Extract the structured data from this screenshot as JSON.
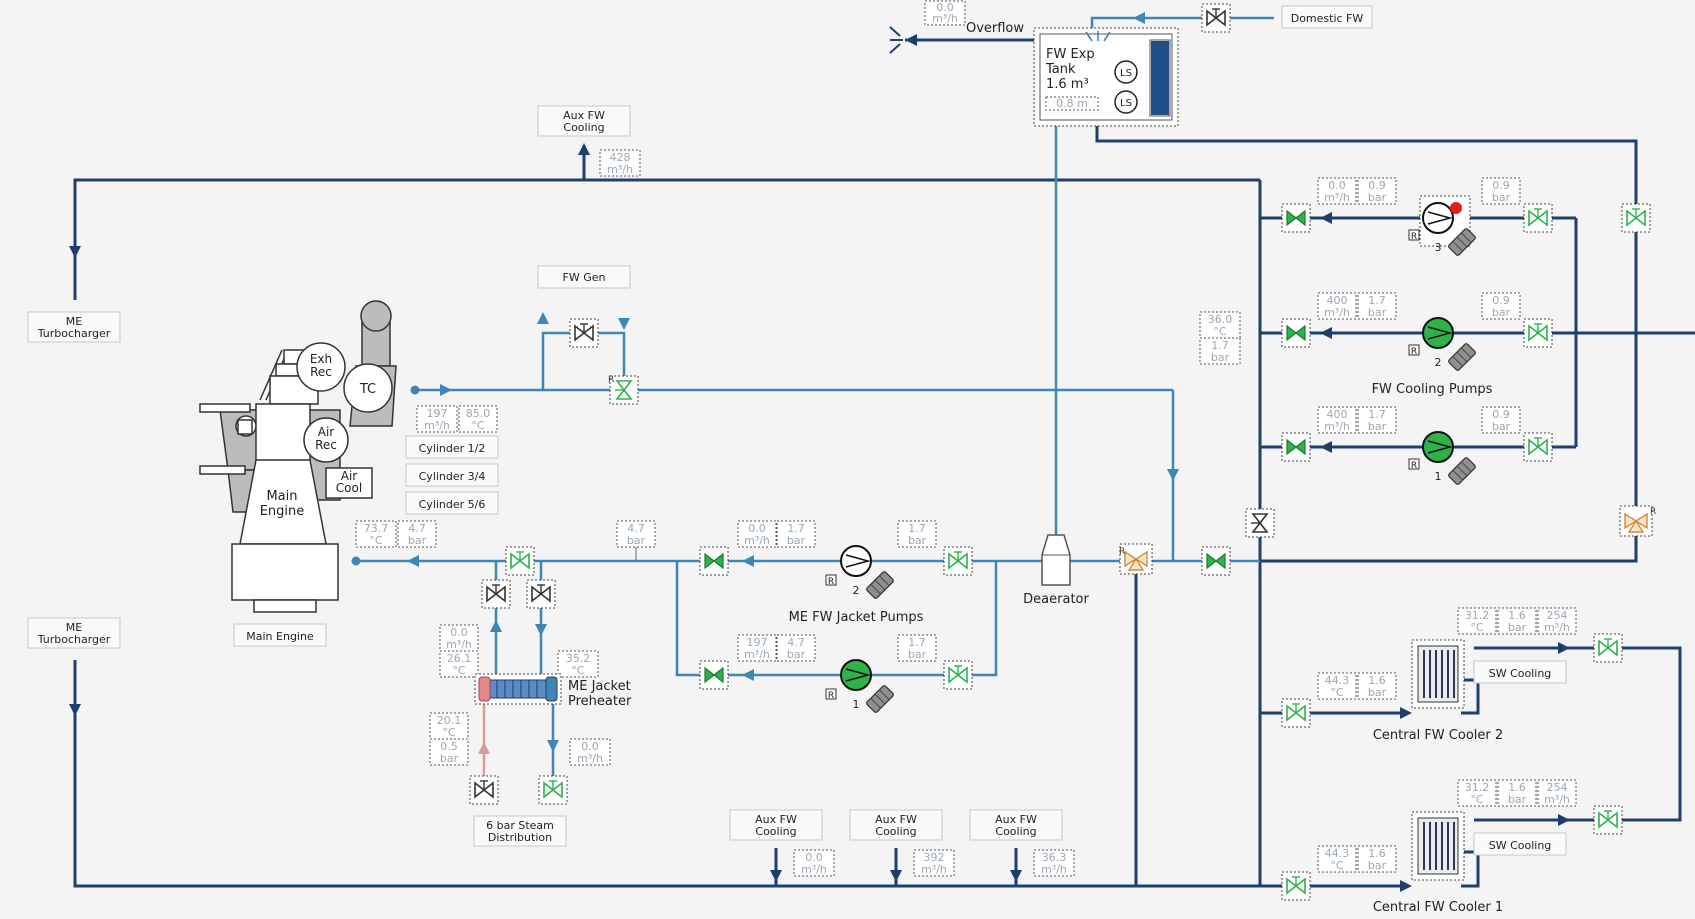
{
  "labels": {
    "overflow": "Overflow",
    "domestic_fw": "Domestic FW",
    "exp_tank_l1": "FW Exp",
    "exp_tank_l2": "Tank",
    "exp_tank_l3": "1.6 m³",
    "exp_tank_level": "0.8 m",
    "ls": "LS",
    "aux_fw_cooling_l1": "Aux FW",
    "aux_fw_cooling_l2": "Cooling",
    "fw_gen": "FW Gen",
    "me_turbocharger_l1": "ME",
    "me_turbocharger_l2": "Turbocharger",
    "exh_rec_l1": "Exh",
    "exh_rec_l2": "Rec",
    "tc": "TC",
    "air_rec_l1": "Air",
    "air_rec_l2": "Rec",
    "air_cool_l1": "Air",
    "air_cool_l2": "Cool",
    "main_engine_l1": "Main",
    "main_engine_l2": "Engine",
    "main_engine_button": "Main Engine",
    "cylinder_12": "Cylinder 1/2",
    "cylinder_34": "Cylinder 3/4",
    "cylinder_56": "Cylinder 5/6",
    "deaerator": "Deaerator",
    "me_fw_jacket_pumps": "ME FW Jacket Pumps",
    "fw_cooling_pumps": "FW Cooling Pumps",
    "me_jacket_preheater_l1": "ME Jacket",
    "me_jacket_preheater_l2": "Preheater",
    "steam_l1": "6 bar Steam",
    "steam_l2": "Distribution",
    "sw_cooling": "SW Cooling",
    "central_fw_cooler_2": "Central FW Cooler 2",
    "central_fw_cooler_1": "Central FW Cooler 1",
    "remote": "R",
    "pump_no_1": "1",
    "pump_no_2": "2",
    "pump_no_3": "3"
  },
  "units": {
    "flow": "m³/h",
    "temp": "°C",
    "pressure": "bar"
  },
  "readings": {
    "overflow_flow": "0.0",
    "aux_top_flow": "428",
    "me_outlet_flow": "197",
    "me_outlet_temp": "85.0",
    "me_inlet_temp": "73.7",
    "me_inlet_pressure": "4.7",
    "jacket_header_pressure": "4.7",
    "jacket_p2_flow": "0.0",
    "jacket_p2_suction": "1.7",
    "jacket_p2_discharge": "1.7",
    "jacket_p1_flow": "197",
    "jacket_p1_suction": "4.7",
    "jacket_p1_discharge": "1.7",
    "preheater_flow": "0.0",
    "preheater_temp": "26.1",
    "preheater_outlet_temp": "35.2",
    "steam_temp": "20.1",
    "steam_pressure": "0.5",
    "steam_flow": "0.0",
    "cool_p3_flow": "0.0",
    "cool_p3_suction": "0.9",
    "cool_p3_discharge": "0.9",
    "cool_p2_flow": "400",
    "cool_p2_suction": "1.7",
    "cool_p2_discharge": "0.9",
    "cool_p1_flow": "400",
    "cool_p1_suction": "1.7",
    "cool_p1_discharge": "0.9",
    "cool_header_temp": "36.0",
    "cool_header_pressure": "1.7",
    "cooler2_sw_temp": "31.2",
    "cooler2_sw_pressure": "1.6",
    "cooler2_sw_flow": "254",
    "cooler2_in_temp": "44.3",
    "cooler2_in_pressure": "1.6",
    "cooler1_sw_temp": "31.2",
    "cooler1_sw_pressure": "1.6",
    "cooler1_sw_flow": "254",
    "cooler1_in_temp": "44.3",
    "cooler1_in_pressure": "1.6",
    "aux1_flow": "0.0",
    "aux2_flow": "392",
    "aux3_flow": "36.3"
  },
  "colors": {
    "pipe_main": "#1f3f6b",
    "pipe_light": "#3f86b5",
    "pipe_steam": "#d99a9a",
    "valve_open": "#2db34a",
    "pump_running": "#2db34a",
    "alarm": "#e0201c"
  }
}
